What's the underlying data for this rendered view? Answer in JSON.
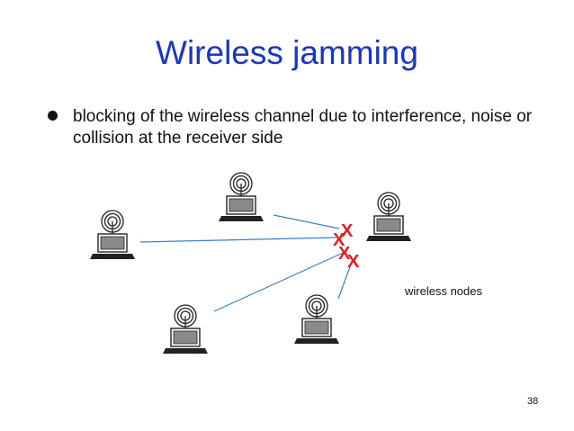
{
  "slide": {
    "title": "Wireless jamming",
    "bullet": "blocking of the wireless channel due to interference, noise or collision at the receiver side",
    "caption": "wireless nodes",
    "page_number": "38"
  },
  "diagram": {
    "jam_marker": "X",
    "colors": {
      "title": "#1a35c4",
      "link": "#3b7fd1",
      "jam": "#e41e1e",
      "node": "#222222"
    }
  }
}
